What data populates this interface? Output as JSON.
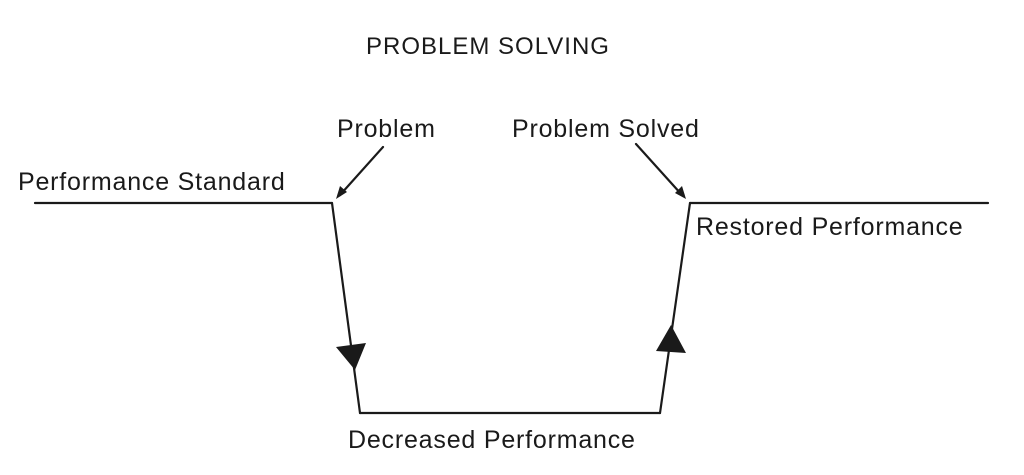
{
  "title": "PROBLEM SOLVING",
  "labels": {
    "problem": "Problem",
    "problem_solved": "Problem Solved",
    "performance_standard": "Performance Standard",
    "restored_performance": "Restored Performance",
    "decreased_performance": "Decreased Performance"
  }
}
